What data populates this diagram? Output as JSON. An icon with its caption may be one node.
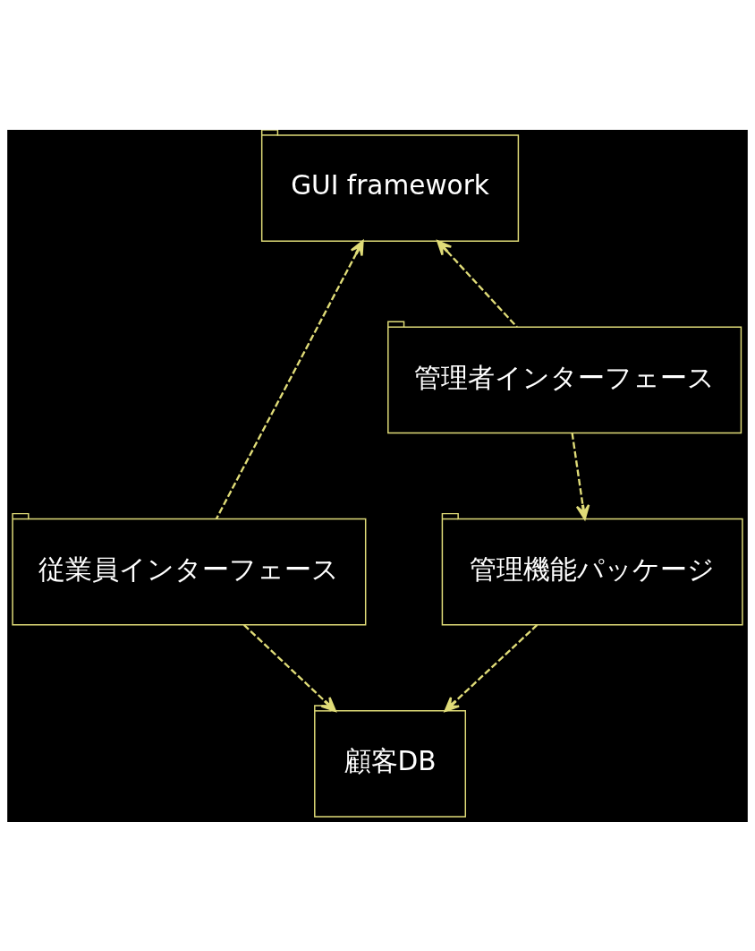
{
  "diagram": {
    "nodes": [
      {
        "text": [
          "GUI framework"
        ]
      },
      {
        "text": [
          "従業員インターフェース"
        ]
      },
      {
        "text": [
          "管理者インターフェース"
        ]
      },
      {
        "text": [
          "管理機能パッケージ"
        ]
      },
      {
        "text": [
          "顧客DB"
        ]
      }
    ],
    "edges": [
      {
        "from": 1,
        "to": 0,
        "arrow": "to",
        "style": "dashed"
      },
      {
        "from": 2,
        "to": 0,
        "arrow": "to",
        "style": "dashed"
      },
      {
        "from": 1,
        "to": 4,
        "arrow": "to",
        "style": "dashed"
      },
      {
        "from": 2,
        "to": 3,
        "arrow": "to",
        "style": "dashed"
      },
      {
        "from": 3,
        "to": 4,
        "arrow": "to",
        "style": "dashed"
      }
    ]
  }
}
